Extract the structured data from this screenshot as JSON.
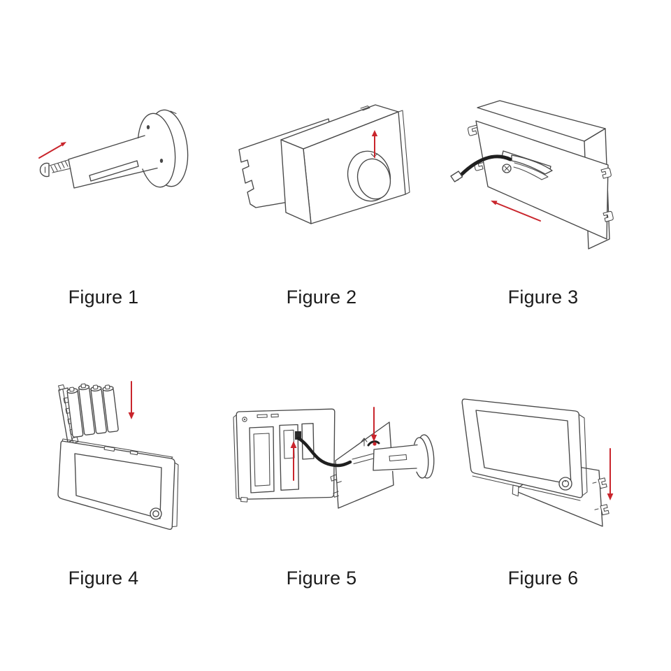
{
  "colors": {
    "line": "#474747",
    "accent_red": "#c9252c",
    "cable": "#1f1f1f",
    "text": "#1b1b1b",
    "bg": "#ffffff"
  },
  "figures": [
    {
      "label": "Figure 1",
      "illustration": "peephole-barrel-with-fixing-screw",
      "arrows": [
        {
          "icon": "red-arrow-icon",
          "direction": "up-right"
        }
      ]
    },
    {
      "label": "Figure 2",
      "illustration": "outdoor-unit-with-lens-knob-on-door-plate",
      "arrows": [
        {
          "icon": "red-arrow-icon",
          "direction": "up"
        }
      ]
    },
    {
      "label": "Figure 3",
      "illustration": "mounting-bracket-with-cable-clip-and-screw",
      "arrows": [
        {
          "icon": "red-arrow-icon",
          "direction": "up-left"
        }
      ]
    },
    {
      "label": "Figure 4",
      "illustration": "monitor-with-battery-pack-and-open-cover",
      "arrows": [
        {
          "icon": "red-arrow-icon",
          "direction": "down"
        }
      ]
    },
    {
      "label": "Figure 5",
      "illustration": "cable-connection-monitor-bracket-and-barrel",
      "arrows": [
        {
          "icon": "red-arrow-icon",
          "direction": "up"
        },
        {
          "icon": "red-arrow-icon",
          "direction": "down"
        },
        {
          "icon": "printed-up-arrow-icon",
          "direction": "up"
        }
      ]
    },
    {
      "label": "Figure 6",
      "illustration": "monitor-sliding-down-onto-bracket",
      "arrows": [
        {
          "icon": "red-arrow-icon",
          "direction": "down"
        }
      ]
    }
  ]
}
